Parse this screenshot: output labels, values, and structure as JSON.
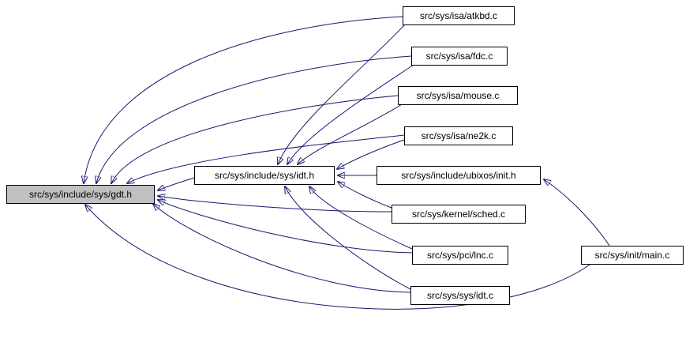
{
  "diagram": {
    "type": "include-dependency-graph",
    "nodes": {
      "gdt": {
        "label": "src/sys/include/sys/gdt.h",
        "role": "main"
      },
      "idt_h": {
        "label": "src/sys/include/sys/idt.h",
        "role": "header"
      },
      "atkbd": {
        "label": "src/sys/isa/atkbd.c",
        "role": "source"
      },
      "fdc": {
        "label": "src/sys/isa/fdc.c",
        "role": "source"
      },
      "mouse": {
        "label": "src/sys/isa/mouse.c",
        "role": "source"
      },
      "ne2k": {
        "label": "src/sys/isa/ne2k.c",
        "role": "source"
      },
      "init_h": {
        "label": "src/sys/include/ubixos/init.h",
        "role": "header"
      },
      "sched": {
        "label": "src/sys/kernel/sched.c",
        "role": "source"
      },
      "lnc": {
        "label": "src/sys/pci/lnc.c",
        "role": "source"
      },
      "idt_c": {
        "label": "src/sys/sys/idt.c",
        "role": "source"
      },
      "main_c": {
        "label": "src/sys/init/main.c",
        "role": "source"
      }
    },
    "edges": [
      {
        "from": "src/sys/isa/atkbd.c",
        "to": "src/sys/include/sys/gdt.h"
      },
      {
        "from": "src/sys/isa/fdc.c",
        "to": "src/sys/include/sys/gdt.h"
      },
      {
        "from": "src/sys/isa/mouse.c",
        "to": "src/sys/include/sys/gdt.h"
      },
      {
        "from": "src/sys/isa/ne2k.c",
        "to": "src/sys/include/sys/gdt.h"
      },
      {
        "from": "src/sys/include/sys/idt.h",
        "to": "src/sys/include/sys/gdt.h"
      },
      {
        "from": "src/sys/kernel/sched.c",
        "to": "src/sys/include/sys/gdt.h"
      },
      {
        "from": "src/sys/pci/lnc.c",
        "to": "src/sys/include/sys/gdt.h"
      },
      {
        "from": "src/sys/sys/idt.c",
        "to": "src/sys/include/sys/gdt.h"
      },
      {
        "from": "src/sys/init/main.c",
        "to": "src/sys/include/sys/gdt.h"
      },
      {
        "from": "src/sys/isa/atkbd.c",
        "to": "src/sys/include/sys/idt.h"
      },
      {
        "from": "src/sys/isa/fdc.c",
        "to": "src/sys/include/sys/idt.h"
      },
      {
        "from": "src/sys/isa/mouse.c",
        "to": "src/sys/include/sys/idt.h"
      },
      {
        "from": "src/sys/isa/ne2k.c",
        "to": "src/sys/include/sys/idt.h"
      },
      {
        "from": "src/sys/include/ubixos/init.h",
        "to": "src/sys/include/sys/idt.h"
      },
      {
        "from": "src/sys/kernel/sched.c",
        "to": "src/sys/include/sys/idt.h"
      },
      {
        "from": "src/sys/pci/lnc.c",
        "to": "src/sys/include/sys/idt.h"
      },
      {
        "from": "src/sys/sys/idt.c",
        "to": "src/sys/include/sys/idt.h"
      },
      {
        "from": "src/sys/init/main.c",
        "to": "src/sys/include/ubixos/init.h"
      }
    ],
    "colors": {
      "edge": "#191970",
      "node_background": "#ffffff",
      "main_node_background": "#c0c0c0",
      "node_border": "#000000",
      "text": "#000000"
    }
  }
}
